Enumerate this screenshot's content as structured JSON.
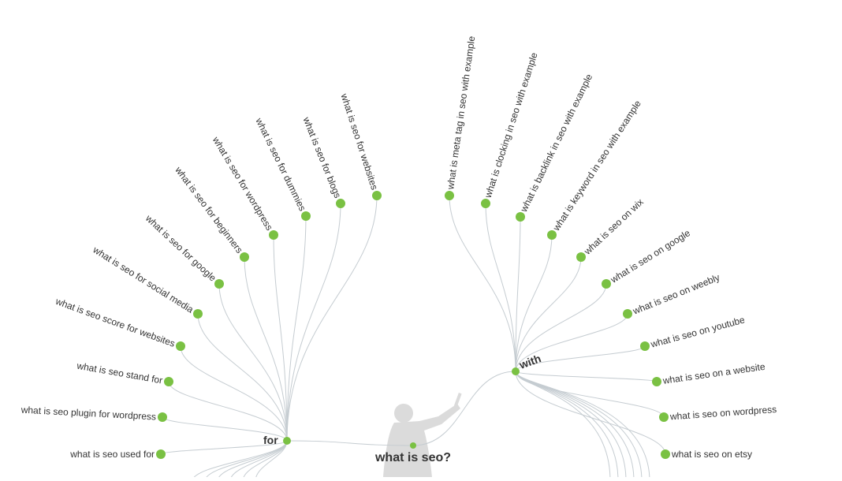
{
  "colors": {
    "node": "#7ac143",
    "link": "#c5ccd1",
    "text": "#333333",
    "figure": "#d0d0d0"
  },
  "root": {
    "label": "what is seo?"
  },
  "branches": [
    {
      "hub": "for",
      "leaves": [
        "what is seo for websites",
        "what is seo for blogs",
        "what is seo for dummies",
        "what is seo for wordpress",
        "what is seo for beginners",
        "what is seo for google",
        "what is seo for social media",
        "what is seo score for websites",
        "what is seo stand for",
        "what is seo plugin for wordpress",
        "what is seo used for"
      ]
    },
    {
      "hub": "with",
      "leaves": [
        "what is meta tag in seo with example",
        "what is clocking in seo with example",
        "what is backlink in seo with example",
        "what is keyword in seo with example",
        "what is seo on wix",
        "what is seo on google",
        "what is seo on weebly",
        "what is seo on youtube",
        "what is seo on a website",
        "what is seo on wordpress",
        "what is seo on etsy"
      ]
    }
  ]
}
